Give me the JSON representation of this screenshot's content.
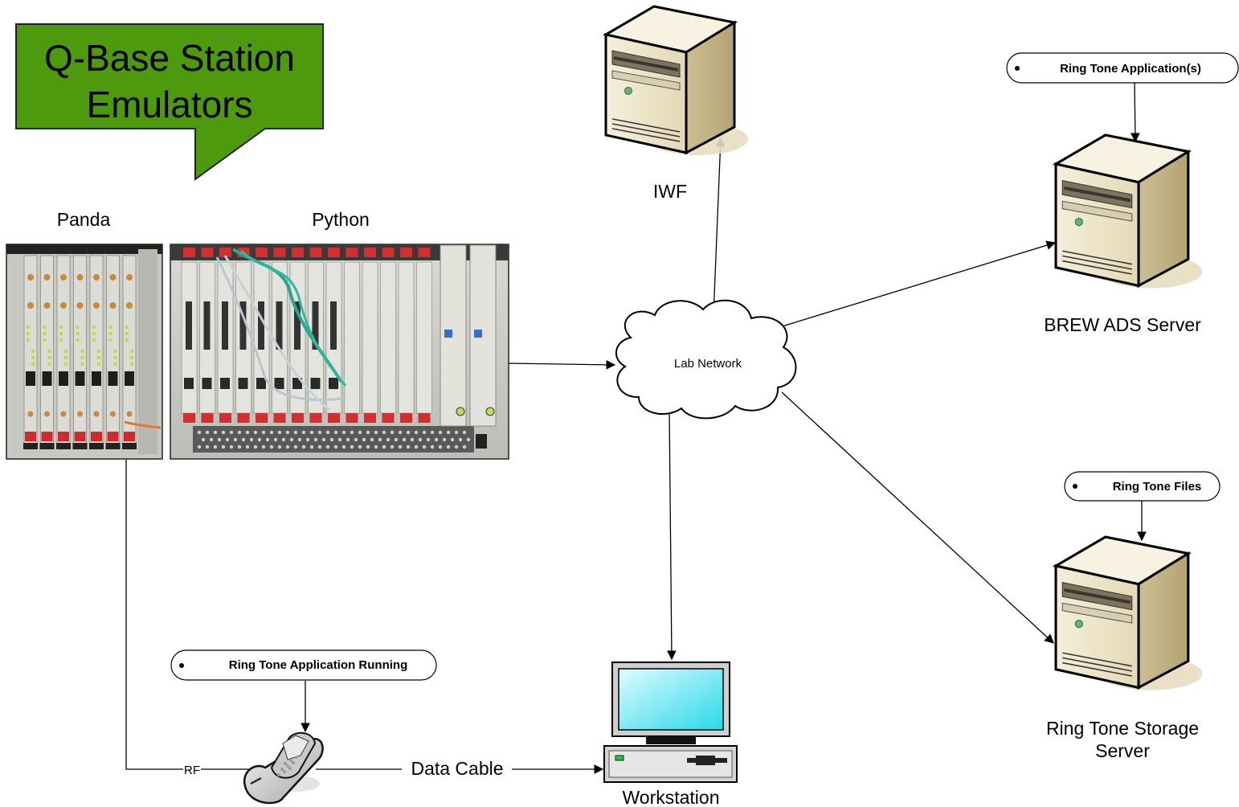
{
  "callout": {
    "line1": "Q-Base Station",
    "line2": "Emulators",
    "fill": "#4e9a0e"
  },
  "equipment": {
    "panda_label": "Panda",
    "python_label": "Python"
  },
  "nodes": {
    "iwf": "IWF",
    "lab_network": "Lab Network",
    "brew_server": "BREW ADS Server",
    "storage_server_line1": "Ring Tone Storage",
    "storage_server_line2": "Server",
    "workstation": "Workstation"
  },
  "notes": {
    "brew_app": "Ring Tone Application(s)",
    "storage_files": "Ring Tone Files",
    "phone_app": "Ring Tone Application Running"
  },
  "edges": {
    "rf": "RF",
    "data_cable": "Data Cable"
  },
  "icons": [
    "server-icon",
    "cloud-icon",
    "workstation-icon",
    "phone-icon",
    "rack-photo"
  ],
  "colors": {
    "server_body": "#efe6c8",
    "screen": "#34e6f0",
    "cloud": "#ffffff"
  }
}
